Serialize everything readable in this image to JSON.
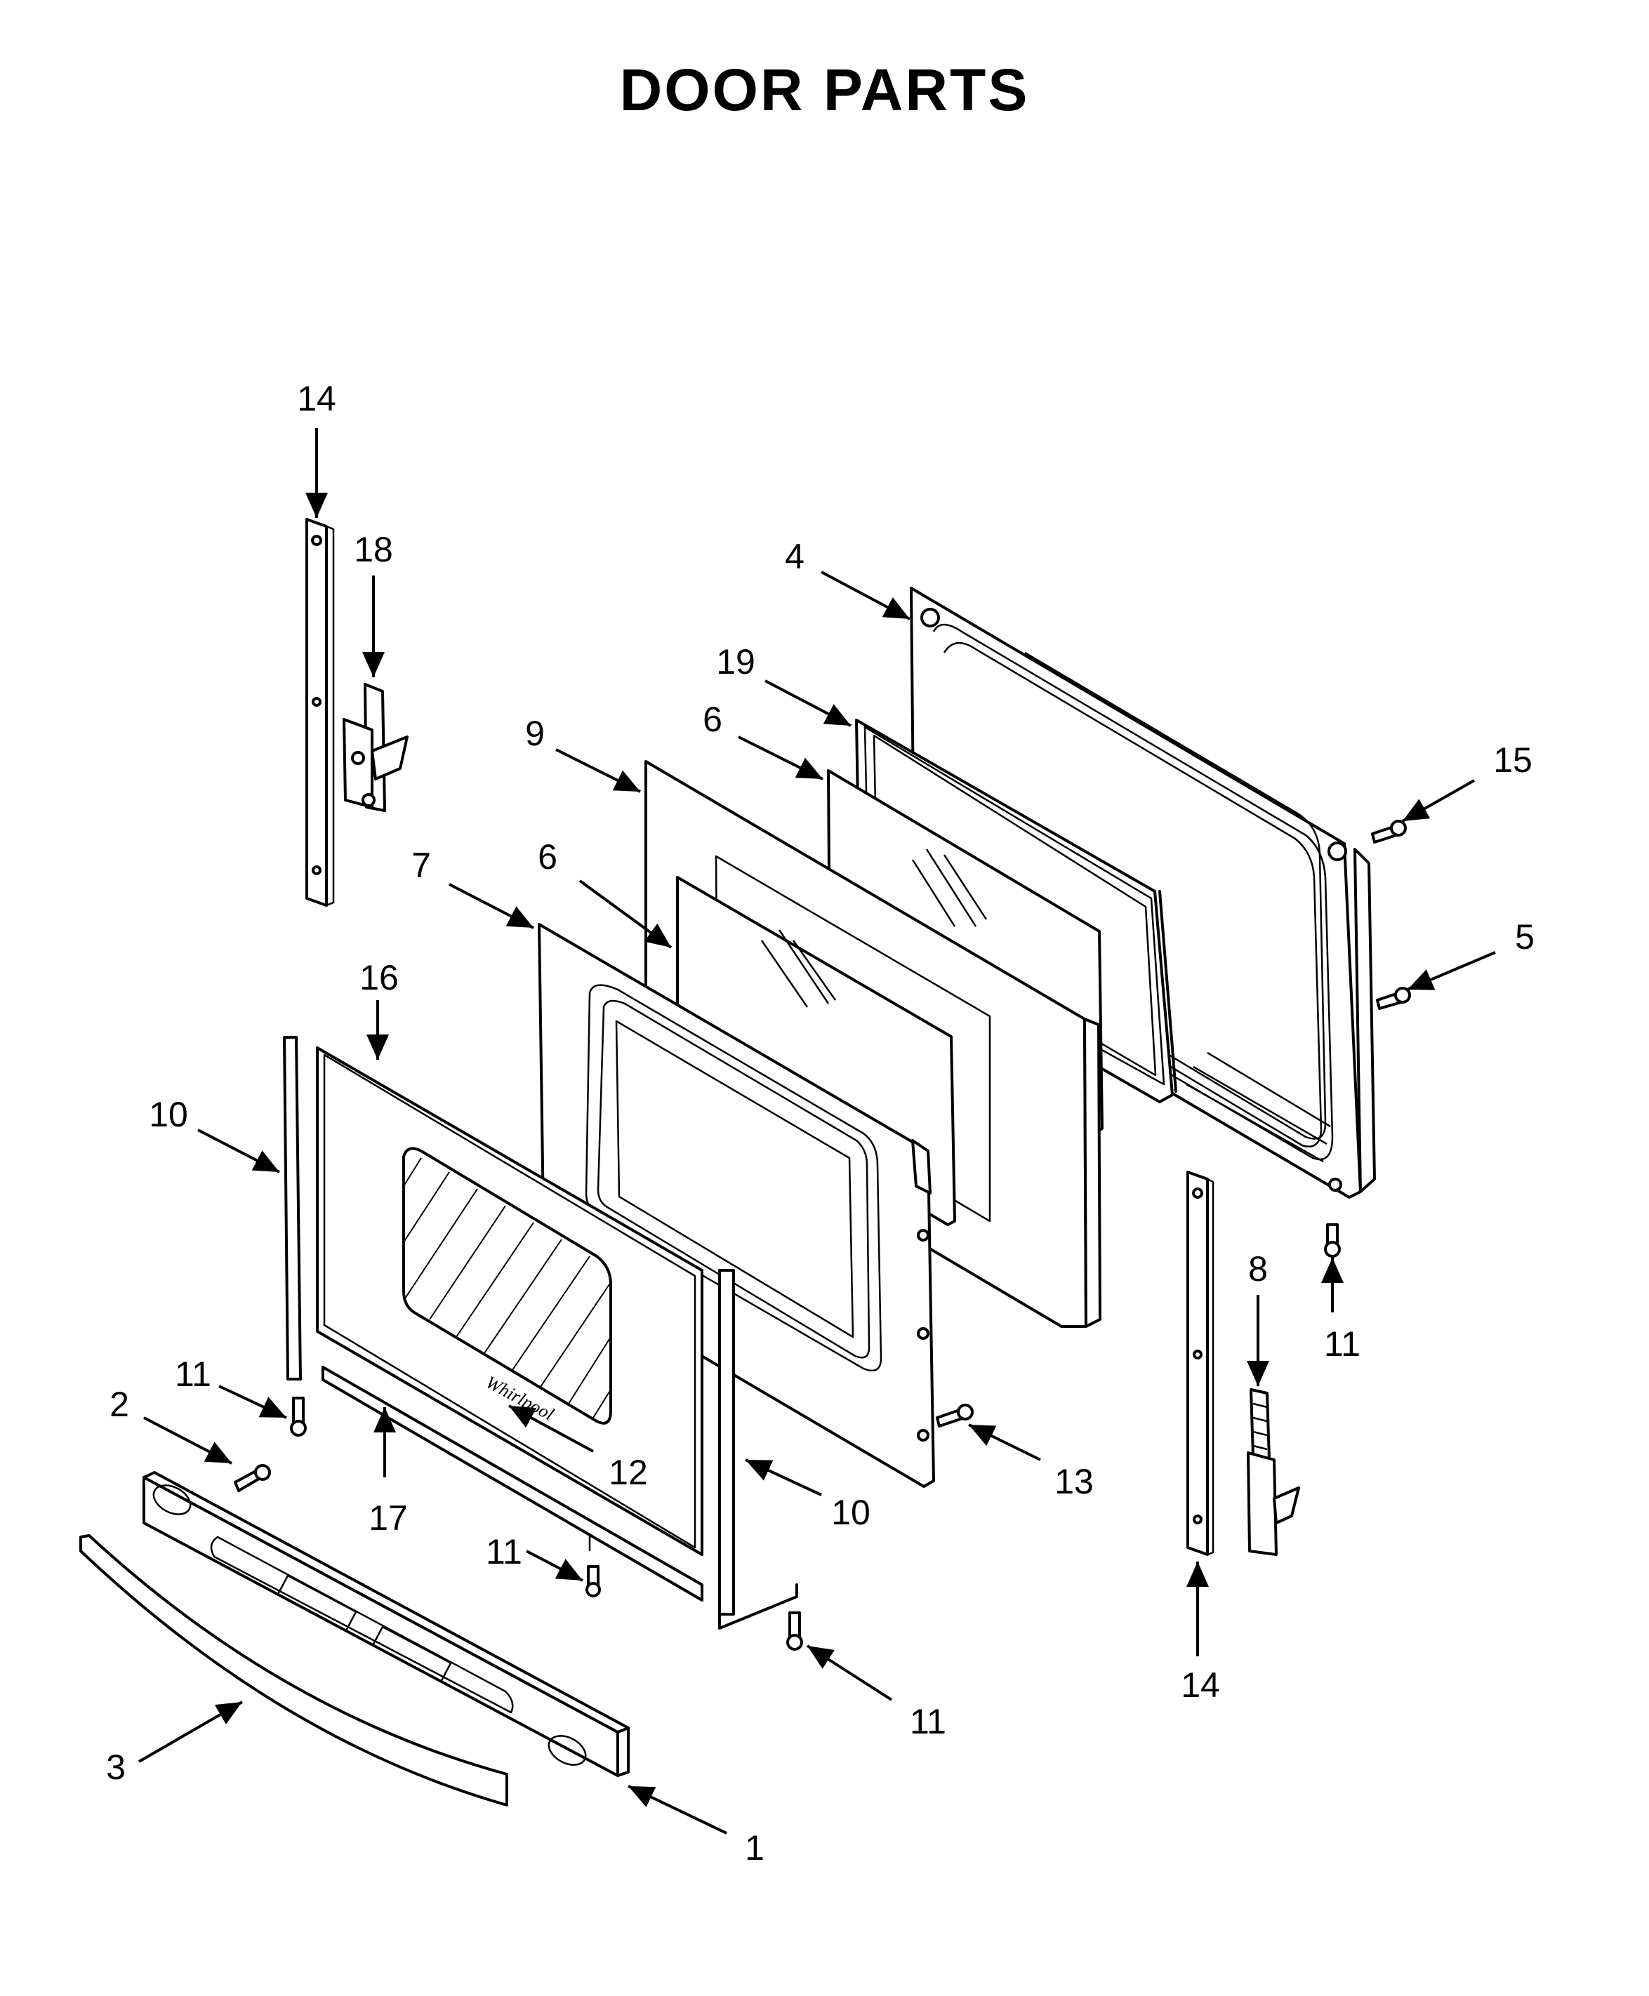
{
  "title": "DOOR PARTS",
  "callouts": [
    {
      "id": "c14-top",
      "text": "14"
    },
    {
      "id": "c18",
      "text": "18"
    },
    {
      "id": "c4",
      "text": "4"
    },
    {
      "id": "c19",
      "text": "19"
    },
    {
      "id": "c6-top",
      "text": "6"
    },
    {
      "id": "c9",
      "text": "9"
    },
    {
      "id": "c15",
      "text": "15"
    },
    {
      "id": "c7",
      "text": "7"
    },
    {
      "id": "c6-mid",
      "text": "6"
    },
    {
      "id": "c5",
      "text": "5"
    },
    {
      "id": "c16",
      "text": "16"
    },
    {
      "id": "c10-left",
      "text": "10"
    },
    {
      "id": "c8",
      "text": "8"
    },
    {
      "id": "c11-right",
      "text": "11"
    },
    {
      "id": "c11-left",
      "text": "11"
    },
    {
      "id": "c2",
      "text": "2"
    },
    {
      "id": "c12",
      "text": "12"
    },
    {
      "id": "c13",
      "text": "13"
    },
    {
      "id": "c17",
      "text": "17"
    },
    {
      "id": "c10-right",
      "text": "10"
    },
    {
      "id": "c11-mid",
      "text": "11"
    },
    {
      "id": "c14-bottom",
      "text": "14"
    },
    {
      "id": "c11-bottom",
      "text": "11"
    },
    {
      "id": "c3",
      "text": "3"
    },
    {
      "id": "c1",
      "text": "1"
    }
  ]
}
